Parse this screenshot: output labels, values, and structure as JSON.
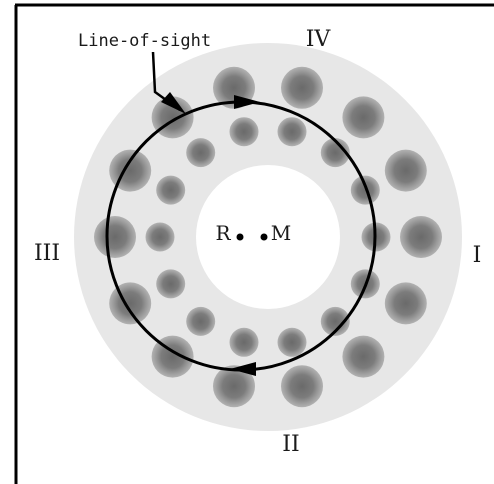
{
  "labels": {
    "line_of_sight": "Line-of-sight",
    "quadrant_top": "IV",
    "quadrant_right": "I",
    "quadrant_bottom": "II",
    "quadrant_left": "III",
    "point_r": "R",
    "point_m": "M"
  },
  "colors": {
    "annulus": "#e7e7e7",
    "blob_center": "#6a6a6a",
    "blob_edge": "#a4a4a4",
    "line": "#000000",
    "background": "#ffffff"
  }
}
